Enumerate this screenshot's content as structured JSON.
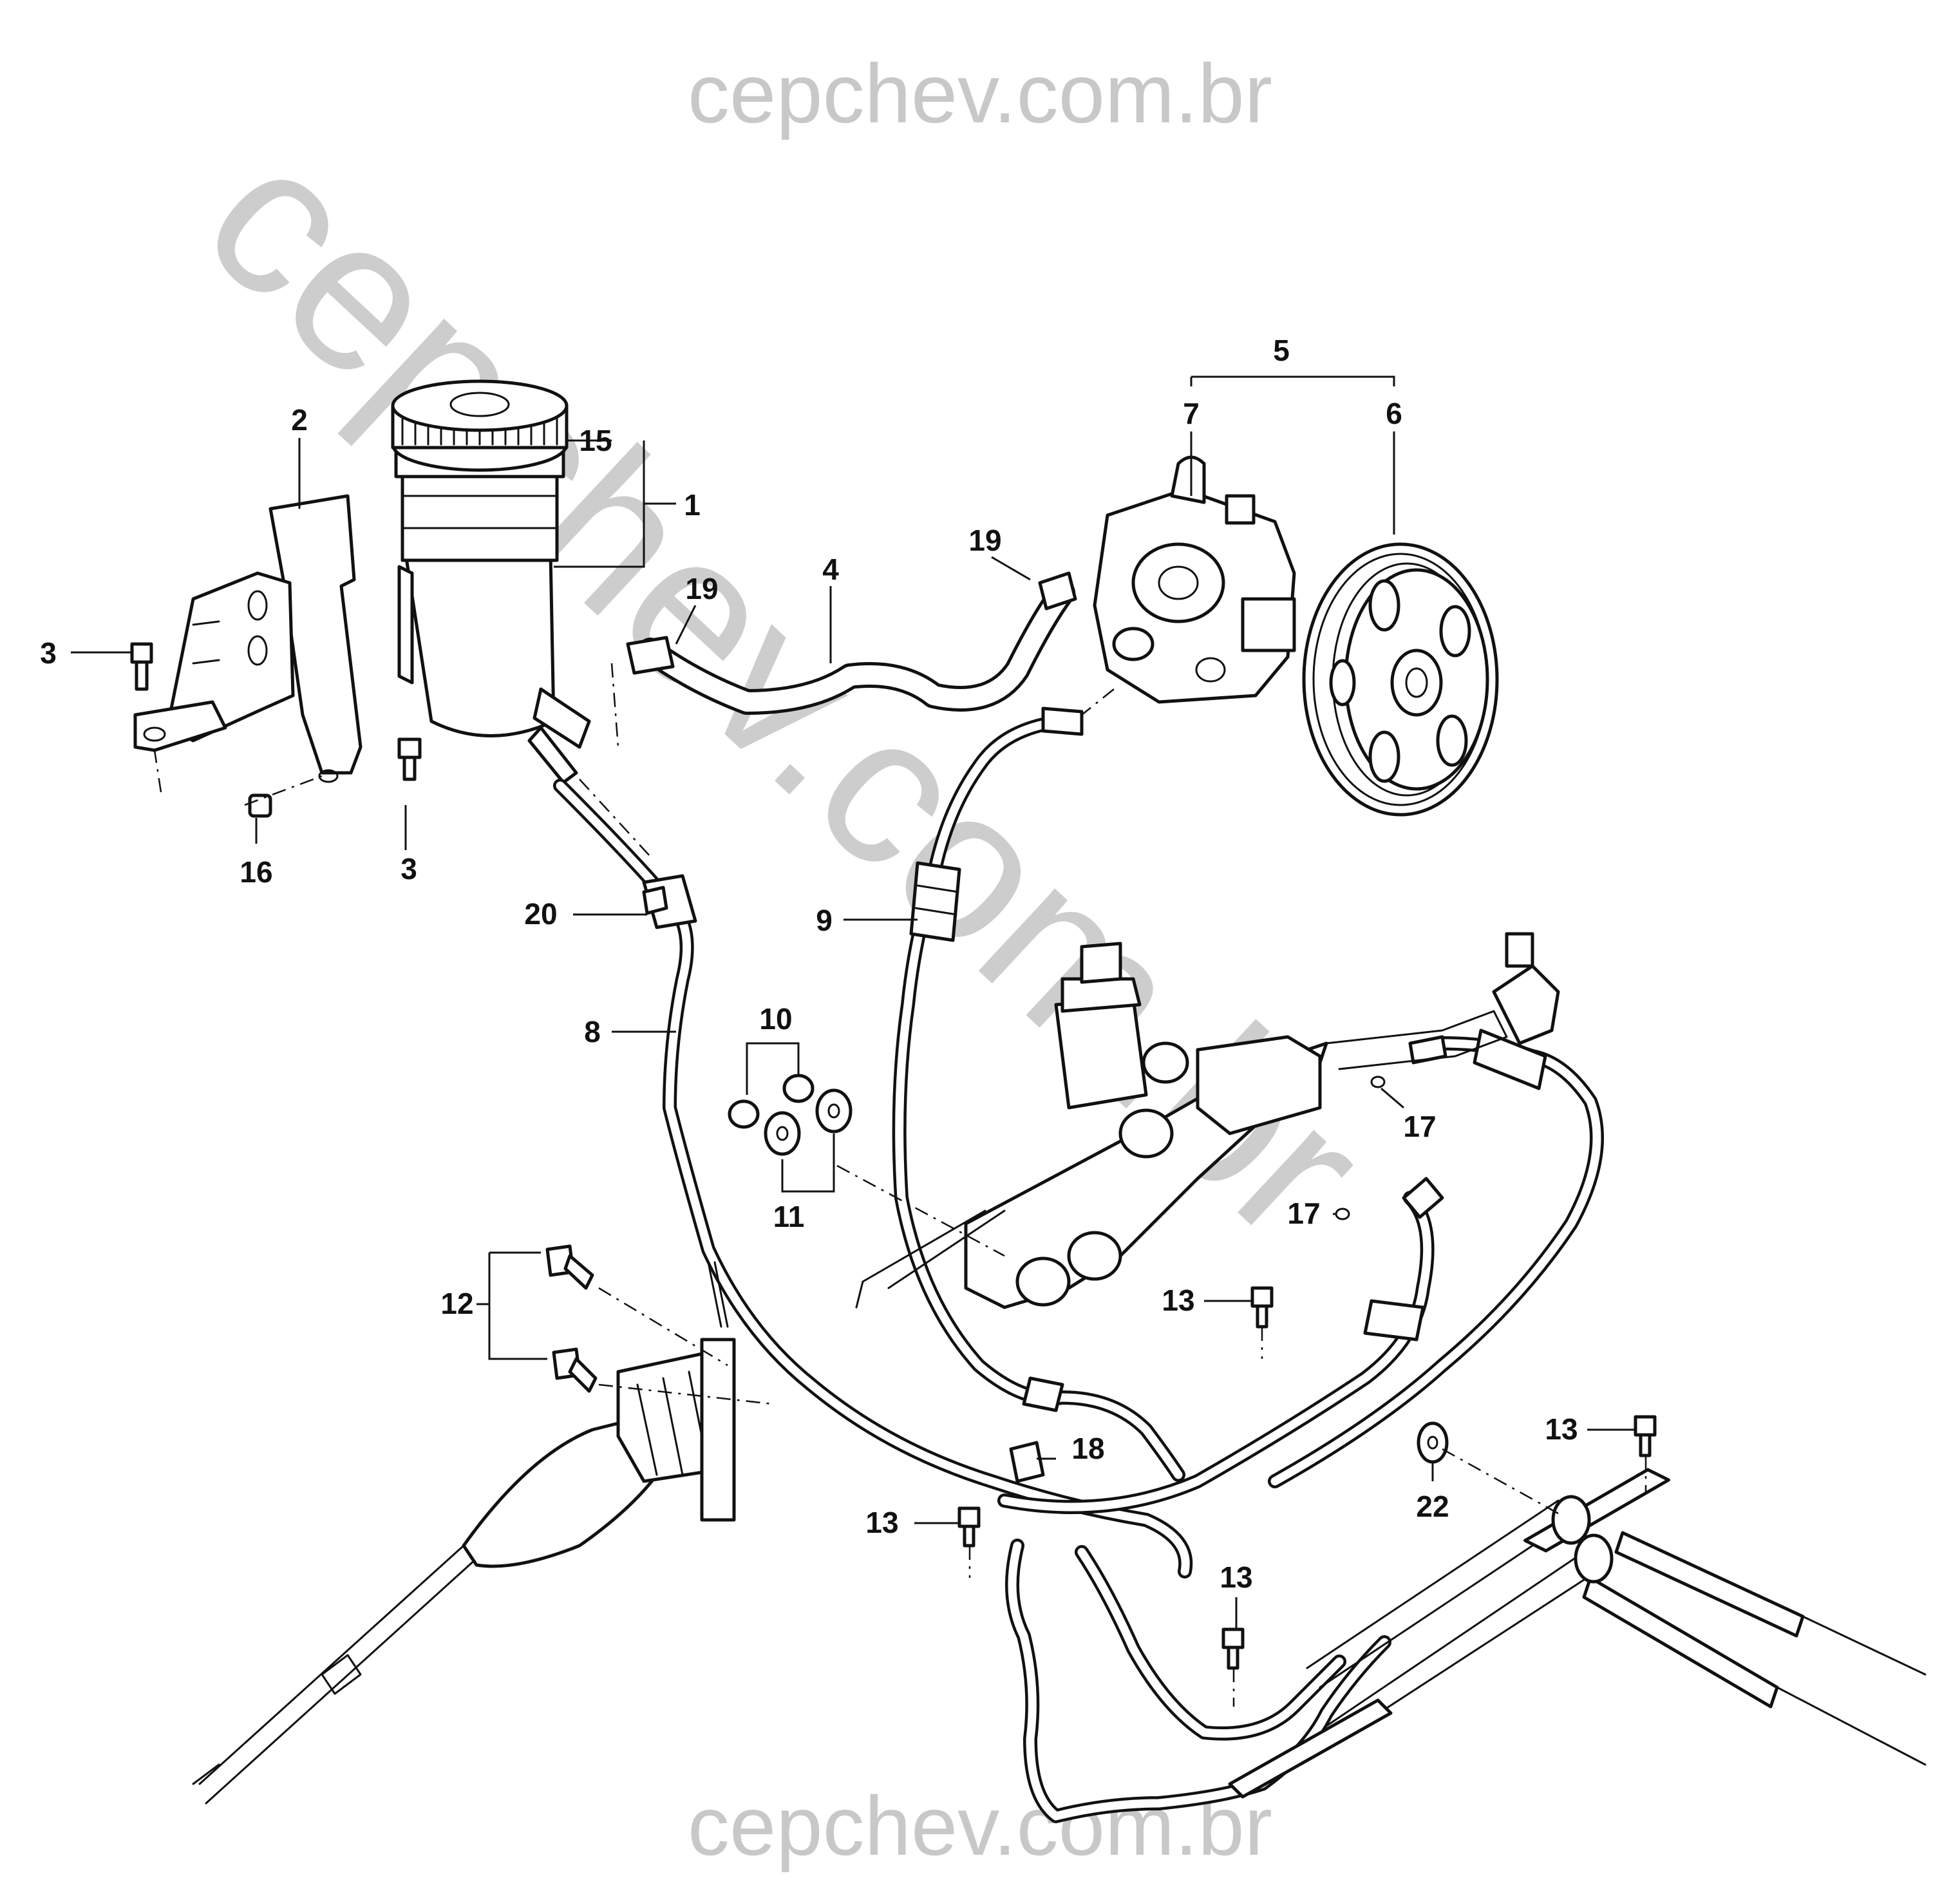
{
  "watermark": {
    "top": "cepchev.com.br",
    "bottom": "cepchev.com.br",
    "diagonal": "cepchev.com.br",
    "color": "#c8c8c8"
  },
  "callouts": {
    "c1": "1",
    "c2": "2",
    "c3a": "3",
    "c3b": "3",
    "c4": "4",
    "c5": "5",
    "c6": "6",
    "c7": "7",
    "c8": "8",
    "c9": "9",
    "c10": "10",
    "c11": "11",
    "c12": "12",
    "c13a": "13",
    "c13b": "13",
    "c13c": "13",
    "c13d": "13",
    "c15": "15",
    "c16": "16",
    "c17a": "17",
    "c17b": "17",
    "c18": "18",
    "c19a": "19",
    "c19b": "19",
    "c20": "20",
    "c22": "22"
  },
  "line_color": "#111111"
}
